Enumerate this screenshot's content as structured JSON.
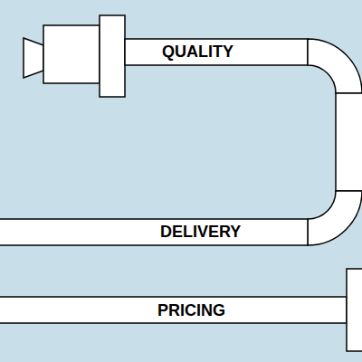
{
  "diagram": {
    "labels": [
      "QUALITY",
      "DELIVERY",
      "PRICING"
    ]
  }
}
